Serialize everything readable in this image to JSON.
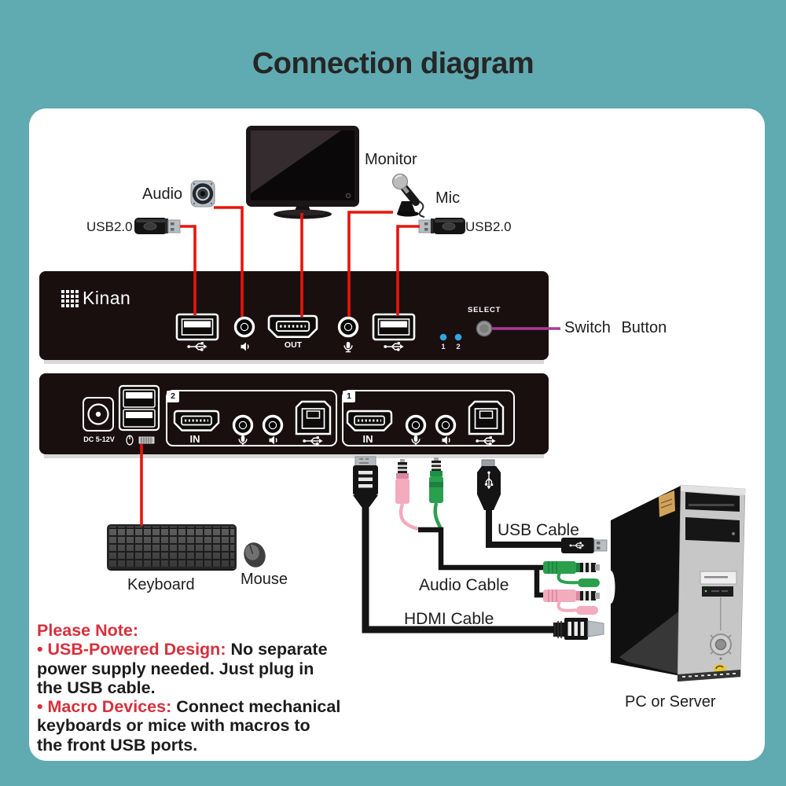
{
  "title": "Connection diagram",
  "colors": {
    "background_teal": "#60aab1",
    "card_white": "#ffffff",
    "cable_red": "#e8140c",
    "switch_line_purple": "#a93c96",
    "led_blue": "#2fa7e0",
    "note_red": "#d6303c",
    "audio_pink": "#f3abbe",
    "audio_green": "#2aa04f"
  },
  "labels": {
    "monitor": "Monitor",
    "audio": "Audio",
    "mic": "Mic",
    "usb_top_left": "USB2.0",
    "usb_top_right": "USB2.0",
    "switch_button": "Switch Button",
    "keyboard": "Keyboard",
    "mouse": "Mouse",
    "usb_cable": "USB Cable",
    "audio_cable": "Audio Cable",
    "hdmi_cable": "HDMI Cable",
    "pc": "PC or Server"
  },
  "front_panel": {
    "brand": "Kinan",
    "select": "SELECT",
    "out": "OUT",
    "led1": "1",
    "led2": "2"
  },
  "rear_panel": {
    "dc": "DC 5-12V",
    "badge2": "2",
    "in2": "IN",
    "badge1": "1",
    "in1": "IN"
  },
  "note": {
    "lines": [
      {
        "red": "Please Note:",
        "black": ""
      },
      {
        "red": "• USB-Powered Design:",
        "black": " No separate"
      },
      {
        "red": "",
        "black": "power supply needed. Just plug in"
      },
      {
        "red": "",
        "black": "the USB cable."
      },
      {
        "red": "• Macro Devices:",
        "black": " Connect mechanical"
      },
      {
        "red": "",
        "black": "keyboards or mice with macros to"
      },
      {
        "red": "",
        "black": "the front USB ports."
      }
    ]
  }
}
